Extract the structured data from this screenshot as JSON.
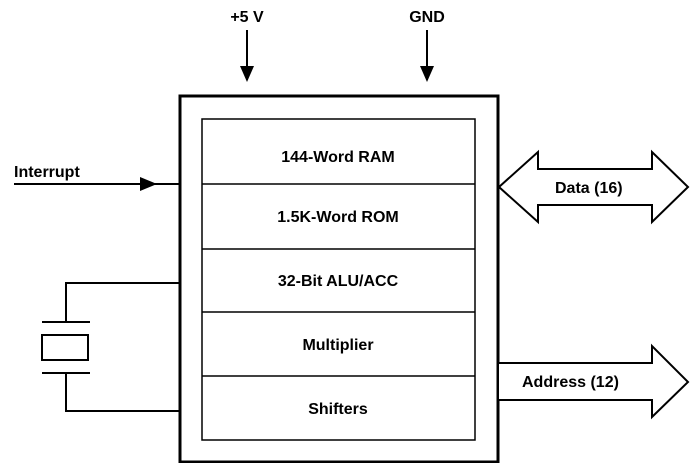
{
  "power": {
    "vcc": "+5 V",
    "gnd": "GND"
  },
  "inputs": {
    "interrupt": "Interrupt"
  },
  "blocks": [
    {
      "label": "144-Word RAM"
    },
    {
      "label": "1.5K-Word ROM"
    },
    {
      "label": "32-Bit ALU/ACC"
    },
    {
      "label": "Multiplier"
    },
    {
      "label": "Shifters"
    }
  ],
  "buses": {
    "data": "Data (16)",
    "address": "Address (12)"
  },
  "colors": {
    "line": "#000000",
    "background": "#ffffff"
  }
}
